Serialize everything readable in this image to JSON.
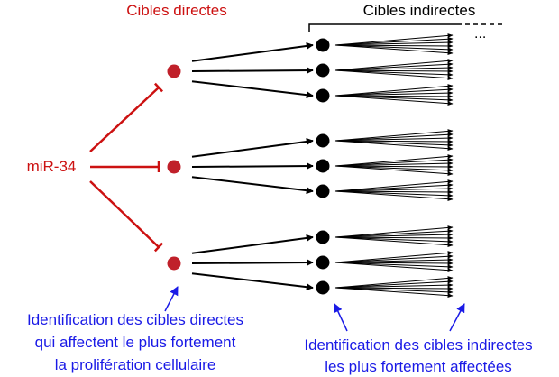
{
  "labels": {
    "direct_targets": "Cibles directes",
    "indirect_targets": "Cibles indirectes",
    "mirna": "miR-34",
    "ellipsis": "...",
    "direct_note": [
      "Identification des cibles directes",
      "qui affectent le plus fortement",
      "la prolifération cellulaire"
    ],
    "indirect_note": [
      "Identification des cibles indirectes",
      "les plus fortement affectées"
    ]
  },
  "colors": {
    "red": "#cc1111",
    "blue": "#1a1ae6",
    "black": "#000000"
  }
}
